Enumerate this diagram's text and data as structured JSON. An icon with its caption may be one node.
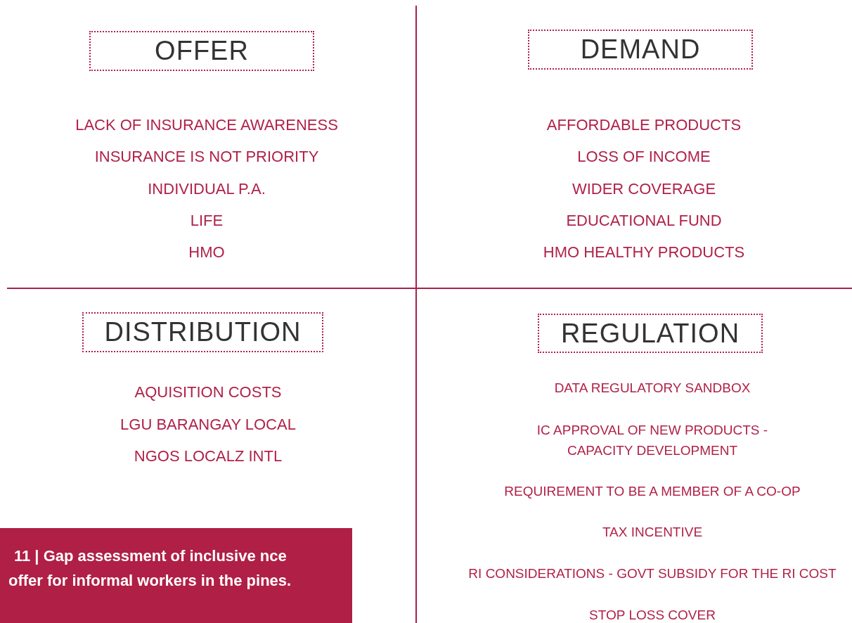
{
  "diagram": {
    "caption": "11 | Gap assessment of inclusive nce offer for informal workers in the pines.",
    "nodes": [
      {
        "text": [
          "OFFER"
        ]
      },
      {
        "text": [
          "DEMAND"
        ]
      },
      {
        "text": [
          "DISTRIBUTION"
        ]
      },
      {
        "text": [
          "REGULATION"
        ]
      }
    ],
    "labels": [
      "LACK OF INSURANCE AWARENESS",
      "INSURANCE IS NOT PRIORITY",
      "INDIVIDUAL P.A.",
      "LIFE",
      "HMO",
      "AFFORDABLE PRODUCTS",
      "LOSS OF INCOME",
      "WIDER COVERAGE",
      "EDUCATIONAL FUND",
      "HMO HEALTHY PRODUCTS",
      "AQUISITION COSTS",
      "LGU BARANGAY LOCAL",
      "NGOS LOCALZ INTL",
      "DATA REGULATORY SANDBOX",
      "IC APPROVAL OF NEW PRODUCTS - CAPACITY DEVELOPMENT",
      "REQUIREMENT TO BE A MEMBER OF A CO-OP",
      "TAX INCENTIVE",
      "RI CONSIDERATIONS - GOVT SUBSIDY FOR THE RI COST",
      "STOP LOSS COVER"
    ]
  }
}
